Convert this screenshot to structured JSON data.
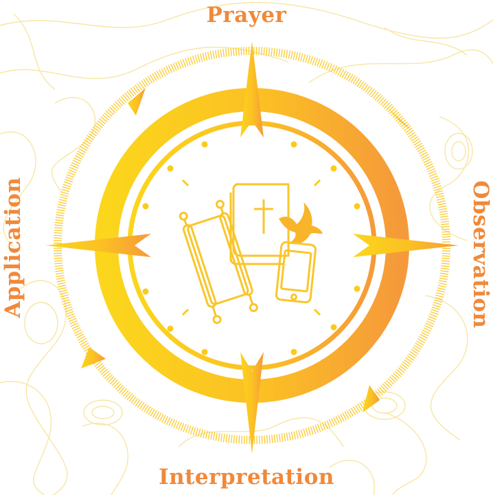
{
  "labels": {
    "top": "Prayer",
    "right": "Observation",
    "bottom": "Interpretation",
    "left": "Application"
  },
  "colors": {
    "gold": "#fbcb1c",
    "orange": "#f4a03a",
    "label": "#f0893a",
    "contour": "#f7e6a4"
  },
  "icons": [
    "scroll-icon",
    "bible-icon",
    "dove-icon",
    "phone-icon"
  ]
}
